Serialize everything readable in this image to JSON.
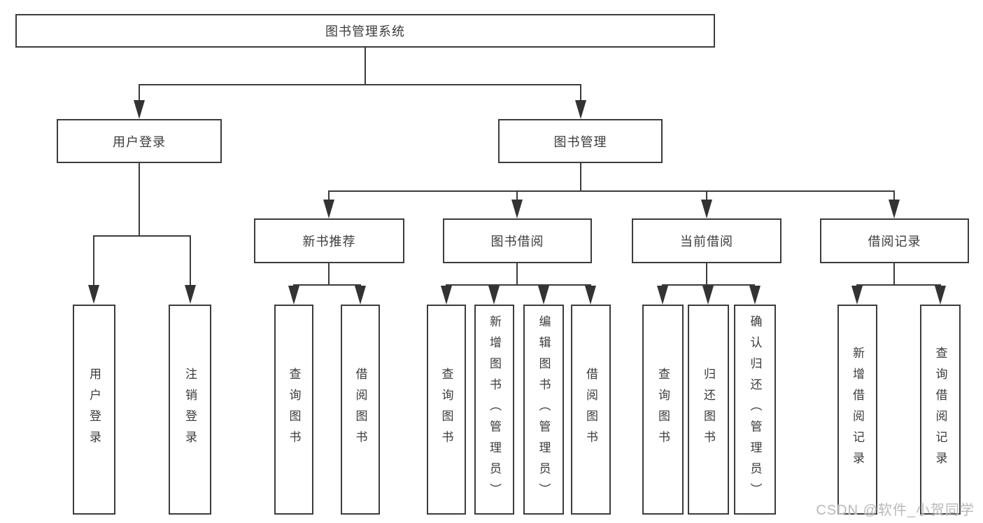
{
  "tree": {
    "root": "图书管理系统",
    "branches": [
      {
        "label": "用户登录",
        "leaves": [
          "用户登录",
          "注销登录"
        ]
      },
      {
        "label": "图书管理",
        "groups": [
          {
            "label": "新书推荐",
            "leaves": [
              "查询图书",
              "借阅图书"
            ]
          },
          {
            "label": "图书借阅",
            "leaves": [
              "查询图书",
              "新增图书（管理员）",
              "编辑图书（管理员）",
              "借阅图书"
            ]
          },
          {
            "label": "当前借阅",
            "leaves": [
              "查询图书",
              "归还图书",
              "确认归还（管理员）"
            ]
          },
          {
            "label": "借阅记录",
            "leaves": [
              "新增借阅记录",
              "查询借阅记录"
            ]
          }
        ]
      }
    ]
  },
  "watermark": {
    "text": "CSDN @软件_小贺同学"
  },
  "colors": {
    "line": "#3c3c3c",
    "text": "#3b3b3b",
    "watermark": "#b9b9b9",
    "background": "#ffffff"
  }
}
